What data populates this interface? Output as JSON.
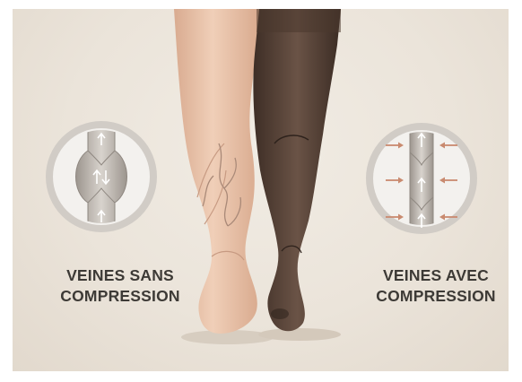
{
  "labels": {
    "without_compression": [
      "VEINES SANS",
      "COMPRESSION"
    ],
    "with_compression": [
      "VEINES AVEC",
      "COMPRESSION"
    ]
  },
  "colors": {
    "background": "#ebe4da",
    "bare_leg": "#e8c2a8",
    "stocking_leg": "#5a463c",
    "vein": "#b9b2aa",
    "compression_arrow": "#c98a6f",
    "caption_text": "#3d3a36"
  },
  "icons": {
    "flow_arrow": "up-arrow",
    "reflux_arrow": "down-arrow",
    "pressure_arrow": "inward-arrow"
  }
}
